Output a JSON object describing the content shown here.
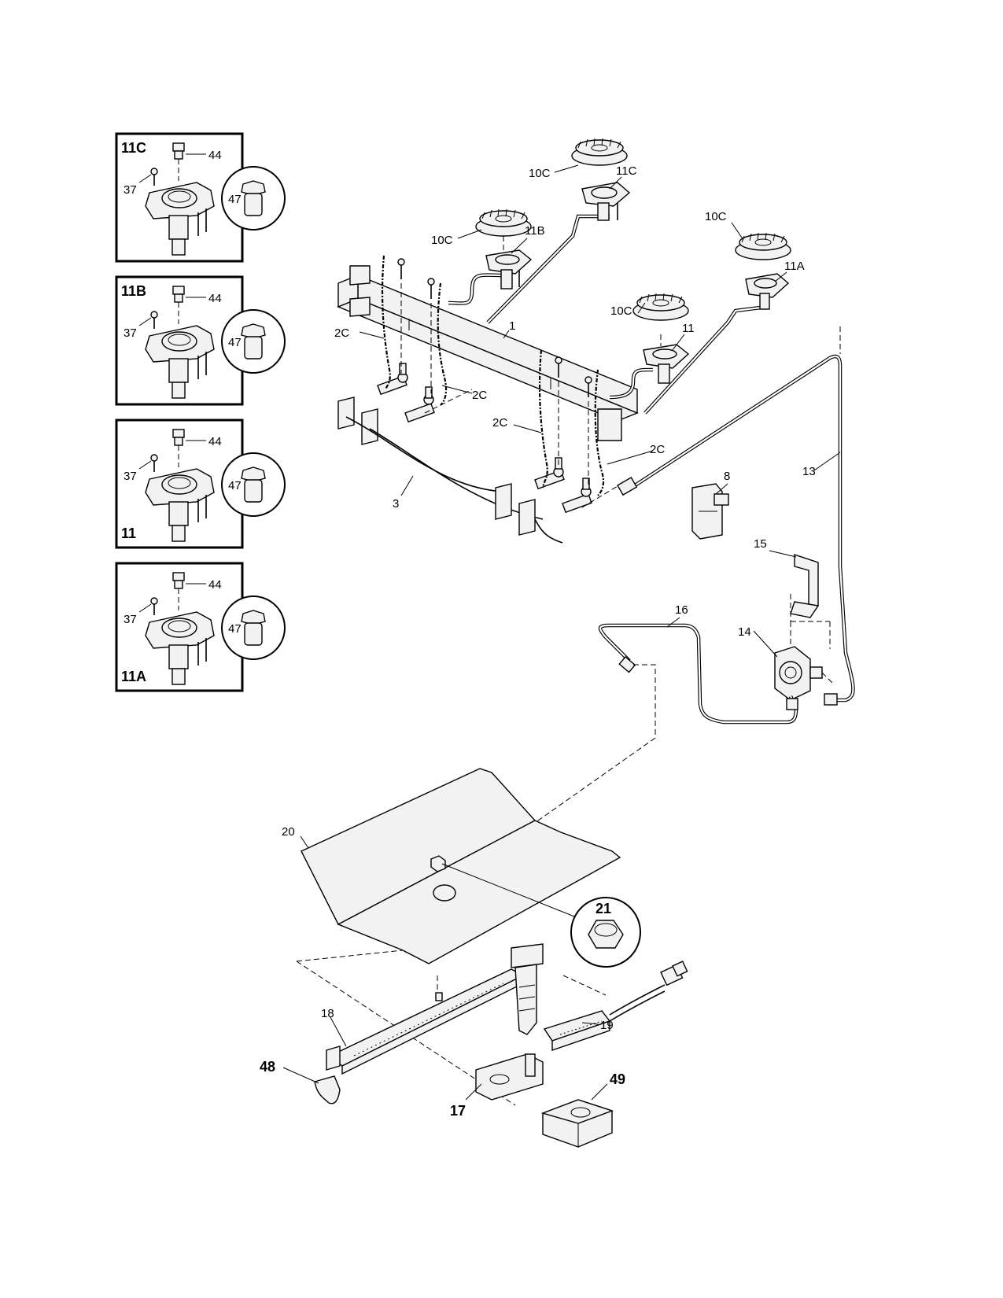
{
  "insets": [
    {
      "title": "11C",
      "title_pos": "top",
      "labels": {
        "cap": "44",
        "screw": "37",
        "orifice": "47"
      }
    },
    {
      "title": "11B",
      "title_pos": "top",
      "labels": {
        "cap": "44",
        "screw": "37",
        "orifice": "47"
      }
    },
    {
      "title": "11",
      "title_pos": "bottom",
      "labels": {
        "cap": "44",
        "screw": "37",
        "orifice": "47"
      }
    },
    {
      "title": "11A",
      "title_pos": "bottom",
      "labels": {
        "cap": "44",
        "screw": "37",
        "orifice": "47"
      }
    }
  ],
  "callouts": {
    "burner_cap_rear_center": "10C",
    "burner_head_rear_center": "11C",
    "burner_cap_rear_left": "10C",
    "burner_head_rear_left": "11B",
    "burner_cap_rear_right": "10C",
    "burner_head_rear_right": "11A",
    "burner_cap_front": "10C",
    "burner_head_front": "11",
    "manifold": "1",
    "wire_a": "2C",
    "wire_b": "2C",
    "wire_c": "2C",
    "wire_d": "2C",
    "bracket_tube": "3",
    "main_tube": "13",
    "regulator_block": "8",
    "regulator_bracket": "15",
    "oven_tube": "16",
    "regulator": "14",
    "baffle": "20",
    "nut": "21",
    "oven_burner": "18",
    "igniter": "19",
    "clip": "48",
    "valve": "17",
    "pad": "49"
  }
}
